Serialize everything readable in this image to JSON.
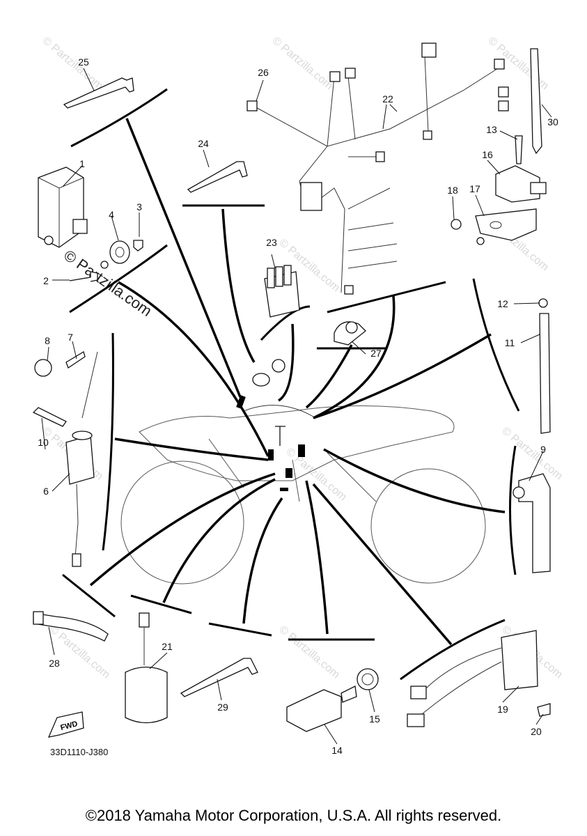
{
  "diagram": {
    "code": "33D1110-J380",
    "fwd_label": "FWD",
    "watermark": "© Partzilla.com",
    "callouts": [
      "1",
      "2",
      "3",
      "4",
      "6",
      "7",
      "8",
      "9",
      "10",
      "11",
      "12",
      "13",
      "14",
      "15",
      "16",
      "17",
      "18",
      "19",
      "20",
      "21",
      "22",
      "23",
      "24",
      "25",
      "26",
      "27",
      "28",
      "29",
      "30"
    ]
  },
  "footer": {
    "copyright": "©2018 Yamaha Motor Corporation, U.S.A. All rights reserved."
  }
}
